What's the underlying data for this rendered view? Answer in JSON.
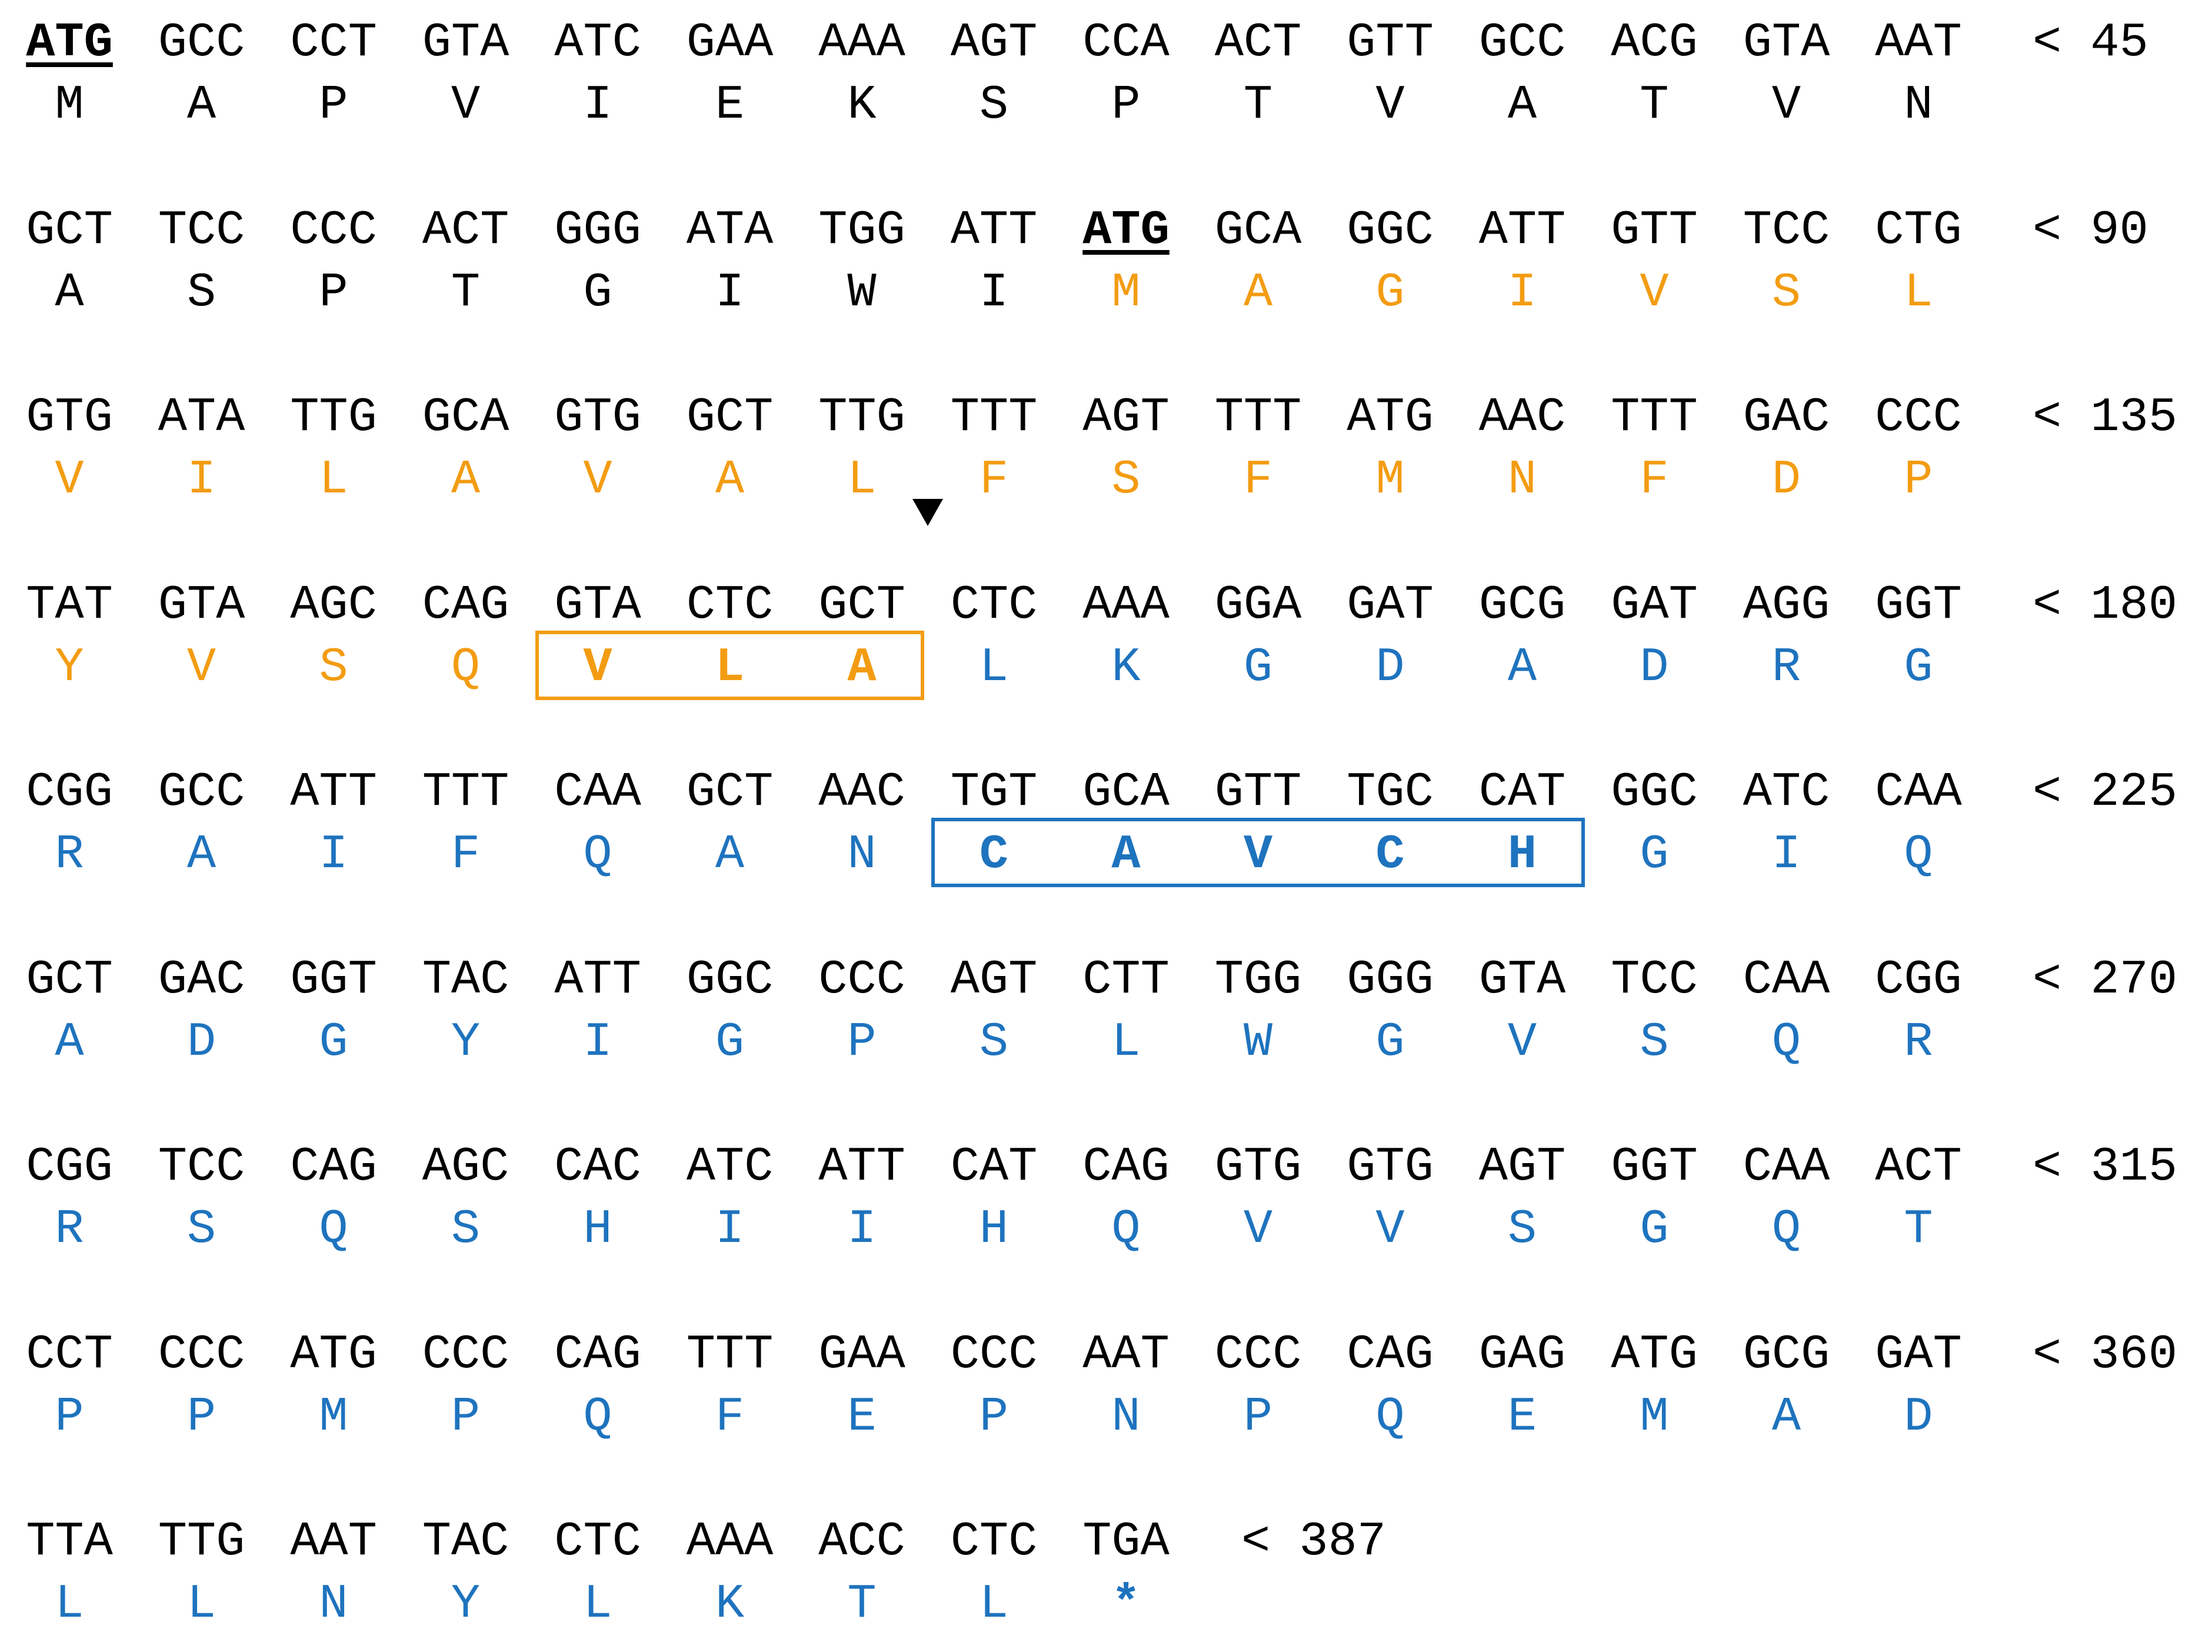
{
  "colors": {
    "signal_peptide": "#F39C12",
    "mature": "#1E73BE",
    "default": "#000000"
  },
  "markers": {
    "cleavage_site": "black-triangle-arrow",
    "cleavage_after_codon": [
      3,
      7
    ]
  },
  "rows": [
    {
      "codons": [
        "ATG",
        "GCC",
        "CCT",
        "GTA",
        "ATC",
        "GAA",
        "AAA",
        "AGT",
        "CCA",
        "ACT",
        "GTT",
        "GCC",
        "ACG",
        "GTA",
        "AAT"
      ],
      "aas": [
        "M",
        "A",
        "P",
        "V",
        "I",
        "E",
        "K",
        "S",
        "P",
        "T",
        "V",
        "A",
        "T",
        "V",
        "N"
      ],
      "aa_colors": [
        "default",
        "default",
        "default",
        "default",
        "default",
        "default",
        "default",
        "default",
        "default",
        "default",
        "default",
        "default",
        "default",
        "default",
        "default"
      ],
      "start_codons": [
        0
      ],
      "position": "< 45"
    },
    {
      "codons": [
        "GCT",
        "TCC",
        "CCC",
        "ACT",
        "GGG",
        "ATA",
        "TGG",
        "ATT",
        "ATG",
        "GCA",
        "GGC",
        "ATT",
        "GTT",
        "TCC",
        "CTG"
      ],
      "aas": [
        "A",
        "S",
        "P",
        "T",
        "G",
        "I",
        "W",
        "I",
        "M",
        "A",
        "G",
        "I",
        "V",
        "S",
        "L"
      ],
      "aa_colors": [
        "default",
        "default",
        "default",
        "default",
        "default",
        "default",
        "default",
        "default",
        "orange",
        "orange",
        "orange",
        "orange",
        "orange",
        "orange",
        "orange"
      ],
      "start_codons": [
        8
      ],
      "position": "< 90"
    },
    {
      "codons": [
        "GTG",
        "ATA",
        "TTG",
        "GCA",
        "GTG",
        "GCT",
        "TTG",
        "TTT",
        "AGT",
        "TTT",
        "ATG",
        "AAC",
        "TTT",
        "GAC",
        "CCC"
      ],
      "aas": [
        "V",
        "I",
        "L",
        "A",
        "V",
        "A",
        "L",
        "F",
        "S",
        "F",
        "M",
        "N",
        "F",
        "D",
        "P"
      ],
      "aa_colors": [
        "orange",
        "orange",
        "orange",
        "orange",
        "orange",
        "orange",
        "orange",
        "orange",
        "orange",
        "orange",
        "orange",
        "orange",
        "orange",
        "orange",
        "orange"
      ],
      "start_codons": [],
      "position": "< 135"
    },
    {
      "codons": [
        "TAT",
        "GTA",
        "AGC",
        "CAG",
        "GTA",
        "CTC",
        "GCT",
        "CTC",
        "AAA",
        "GGA",
        "GAT",
        "GCG",
        "GAT",
        "AGG",
        "GGT"
      ],
      "aas": [
        "Y",
        "V",
        "S",
        "Q",
        "V",
        "L",
        "A",
        "L",
        "K",
        "G",
        "D",
        "A",
        "D",
        "R",
        "G"
      ],
      "aa_colors": [
        "orange",
        "orange",
        "orange",
        "orange",
        "orange",
        "orange",
        "orange",
        "blue",
        "blue",
        "blue",
        "blue",
        "blue",
        "blue",
        "blue",
        "blue"
      ],
      "start_codons": [],
      "position": "< 180",
      "box": {
        "start": 4,
        "end": 6,
        "color": "orange"
      }
    },
    {
      "codons": [
        "CGG",
        "GCC",
        "ATT",
        "TTT",
        "CAA",
        "GCT",
        "AAC",
        "TGT",
        "GCA",
        "GTT",
        "TGC",
        "CAT",
        "GGC",
        "ATC",
        "CAA"
      ],
      "aas": [
        "R",
        "A",
        "I",
        "F",
        "Q",
        "A",
        "N",
        "C",
        "A",
        "V",
        "C",
        "H",
        "G",
        "I",
        "Q"
      ],
      "aa_colors": [
        "blue",
        "blue",
        "blue",
        "blue",
        "blue",
        "blue",
        "blue",
        "blue",
        "blue",
        "blue",
        "blue",
        "blue",
        "blue",
        "blue",
        "blue"
      ],
      "start_codons": [],
      "position": "< 225",
      "box": {
        "start": 7,
        "end": 11,
        "color": "blue"
      }
    },
    {
      "codons": [
        "GCT",
        "GAC",
        "GGT",
        "TAC",
        "ATT",
        "GGC",
        "CCC",
        "AGT",
        "CTT",
        "TGG",
        "GGG",
        "GTA",
        "TCC",
        "CAA",
        "CGG"
      ],
      "aas": [
        "A",
        "D",
        "G",
        "Y",
        "I",
        "G",
        "P",
        "S",
        "L",
        "W",
        "G",
        "V",
        "S",
        "Q",
        "R"
      ],
      "aa_colors": [
        "blue",
        "blue",
        "blue",
        "blue",
        "blue",
        "blue",
        "blue",
        "blue",
        "blue",
        "blue",
        "blue",
        "blue",
        "blue",
        "blue",
        "blue"
      ],
      "start_codons": [],
      "position": "< 270"
    },
    {
      "codons": [
        "CGG",
        "TCC",
        "CAG",
        "AGC",
        "CAC",
        "ATC",
        "ATT",
        "CAT",
        "CAG",
        "GTG",
        "GTG",
        "AGT",
        "GGT",
        "CAA",
        "ACT"
      ],
      "aas": [
        "R",
        "S",
        "Q",
        "S",
        "H",
        "I",
        "I",
        "H",
        "Q",
        "V",
        "V",
        "S",
        "G",
        "Q",
        "T"
      ],
      "aa_colors": [
        "blue",
        "blue",
        "blue",
        "blue",
        "blue",
        "blue",
        "blue",
        "blue",
        "blue",
        "blue",
        "blue",
        "blue",
        "blue",
        "blue",
        "blue"
      ],
      "start_codons": [],
      "position": "< 315"
    },
    {
      "codons": [
        "CCT",
        "CCC",
        "ATG",
        "CCC",
        "CAG",
        "TTT",
        "GAA",
        "CCC",
        "AAT",
        "CCC",
        "CAG",
        "GAG",
        "ATG",
        "GCG",
        "GAT"
      ],
      "aas": [
        "P",
        "P",
        "M",
        "P",
        "Q",
        "F",
        "E",
        "P",
        "N",
        "P",
        "Q",
        "E",
        "M",
        "A",
        "D"
      ],
      "aa_colors": [
        "blue",
        "blue",
        "blue",
        "blue",
        "blue",
        "blue",
        "blue",
        "blue",
        "blue",
        "blue",
        "blue",
        "blue",
        "blue",
        "blue",
        "blue"
      ],
      "start_codons": [],
      "position": "< 360"
    },
    {
      "codons": [
        "TTA",
        "TTG",
        "AAT",
        "TAC",
        "CTC",
        "AAA",
        "ACC",
        "CTC",
        "TGA"
      ],
      "aas": [
        "L",
        "L",
        "N",
        "Y",
        "L",
        "K",
        "T",
        "L",
        "*"
      ],
      "aa_colors": [
        "blue",
        "blue",
        "blue",
        "blue",
        "blue",
        "blue",
        "blue",
        "blue",
        "blue"
      ],
      "start_codons": [],
      "position": "< 387"
    }
  ]
}
